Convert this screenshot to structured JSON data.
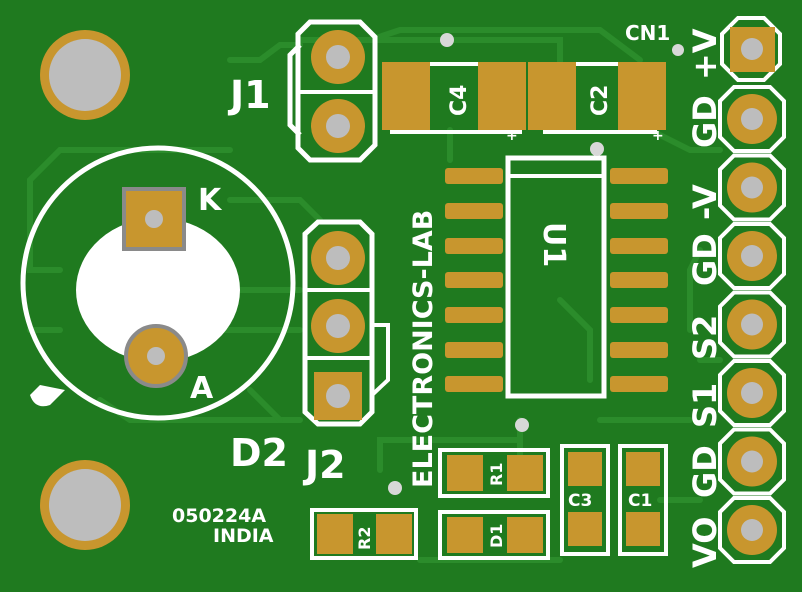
{
  "board": {
    "colors": {
      "pcb": "#1f7a1f",
      "trace": "#2a8a2a",
      "silk": "#ffffff",
      "copper": "#c8962e",
      "drill": "#bdbdbd"
    }
  },
  "labels": {
    "j1": "J1",
    "j2": "J2",
    "d2": "D2",
    "k": "K",
    "a": "A",
    "c4": "C4",
    "c2": "C2",
    "c3": "C3",
    "c1": "C1",
    "r1": "R1",
    "r2": "R2",
    "d1": "D1",
    "u1": "U1",
    "cn1": "CN1",
    "maker": "ELECTRONICS-LAB",
    "code": "050224A",
    "country": "INDIA",
    "pin_v_plus": "+V",
    "pin_gd1": "GD",
    "pin_v_minus": "-V",
    "pin_gd2": "GD",
    "pin_s2": "S2",
    "pin_s1": "S1",
    "pin_gd3": "GD",
    "pin_vo": "VO",
    "plus_c4": "+",
    "plus_c2": "+"
  }
}
